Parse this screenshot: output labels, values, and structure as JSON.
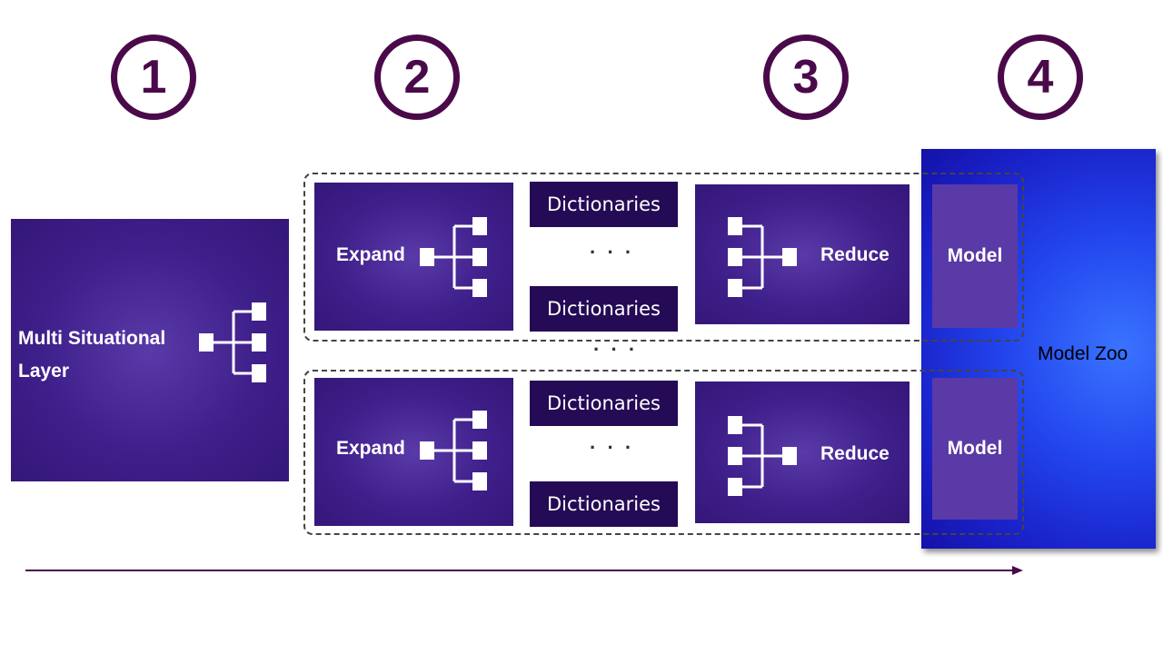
{
  "steps": [
    "1",
    "2",
    "3",
    "4"
  ],
  "input_layer": {
    "label": "Multi Situational Layer",
    "icon": "expand-tree-icon"
  },
  "pipelines": [
    {
      "expand_label": "Expand",
      "dictionaries_top": "Dictionaries",
      "dictionaries_bottom": "Dictionaries",
      "ellipsis": "· · ·",
      "reduce_label": "Reduce",
      "model_label": "Model"
    },
    {
      "expand_label": "Expand",
      "dictionaries_top": "Dictionaries",
      "dictionaries_bottom": "Dictionaries",
      "ellipsis": "· · ·",
      "reduce_label": "Reduce",
      "model_label": "Model"
    }
  ],
  "between_groups": "· · ·",
  "model_zoo": {
    "label": "Model Zoo"
  },
  "colors": {
    "step_circle": "#4a0a4a",
    "panel": "#3f1f8a",
    "dictionary": "#250a55",
    "model_zoo": "#2346ee",
    "arrow": "#4a0a4a"
  }
}
